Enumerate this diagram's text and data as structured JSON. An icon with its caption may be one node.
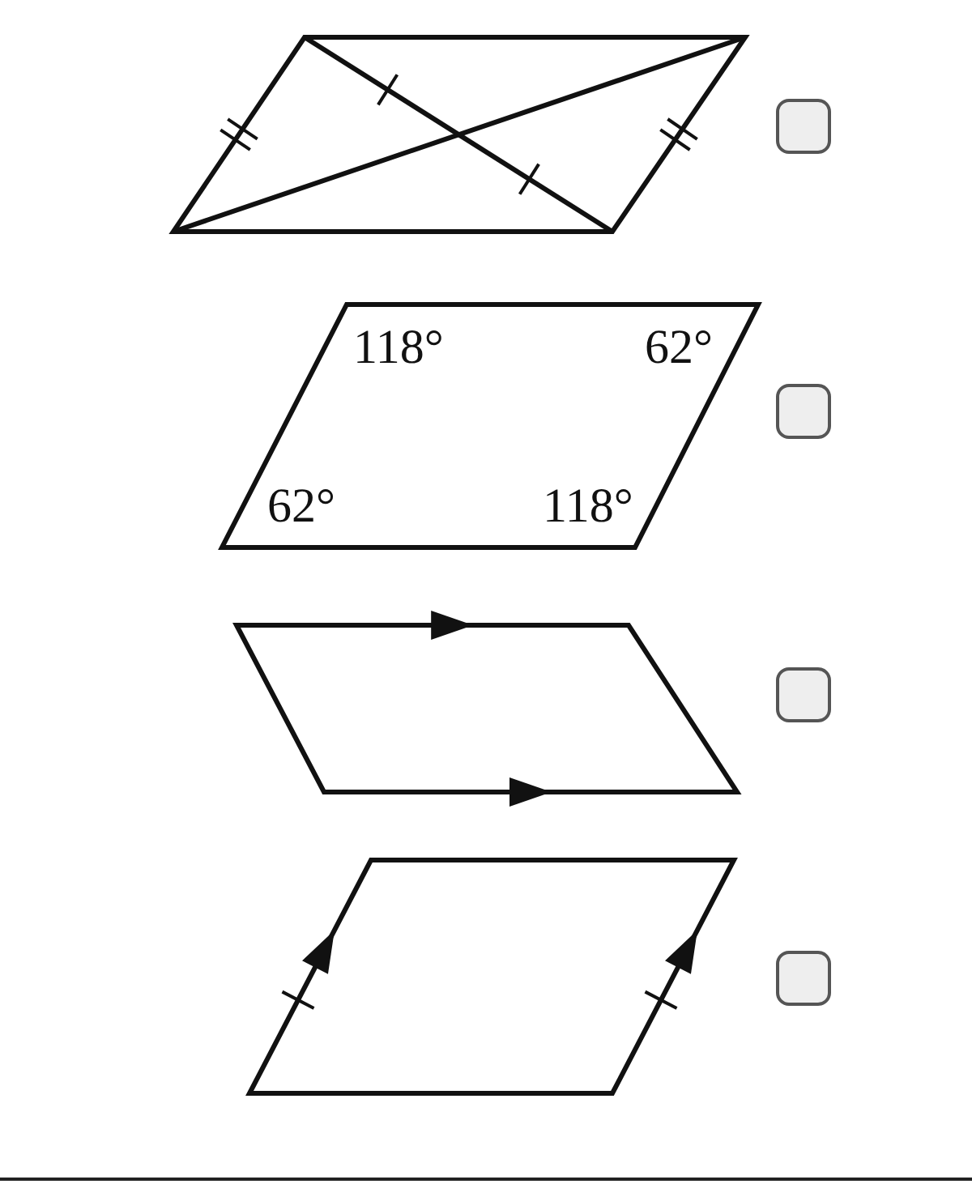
{
  "diagram": {
    "labels": [
      "118°",
      "62°",
      "62°",
      "118°"
    ]
  }
}
